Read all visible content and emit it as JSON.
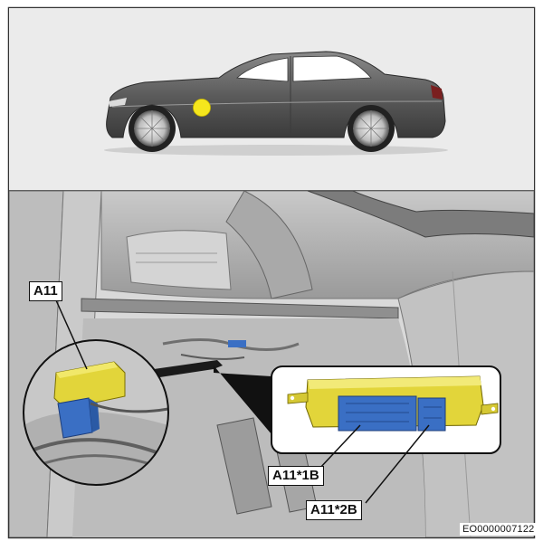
{
  "labels": {
    "component": "A11",
    "connector_1": "A11*1B",
    "connector_2": "A11*2B"
  },
  "figure_id": "EO0000007122",
  "marker": {
    "color": "#f5e61d"
  },
  "colors": {
    "module_housing": "#e2d53a",
    "connector_body": "#3a6fc4",
    "frame": "#333333",
    "panel_bg": "#e9e9e9"
  },
  "icons": {
    "vehicle": "sedan-side-view",
    "location_marker": "yellow-dot"
  }
}
